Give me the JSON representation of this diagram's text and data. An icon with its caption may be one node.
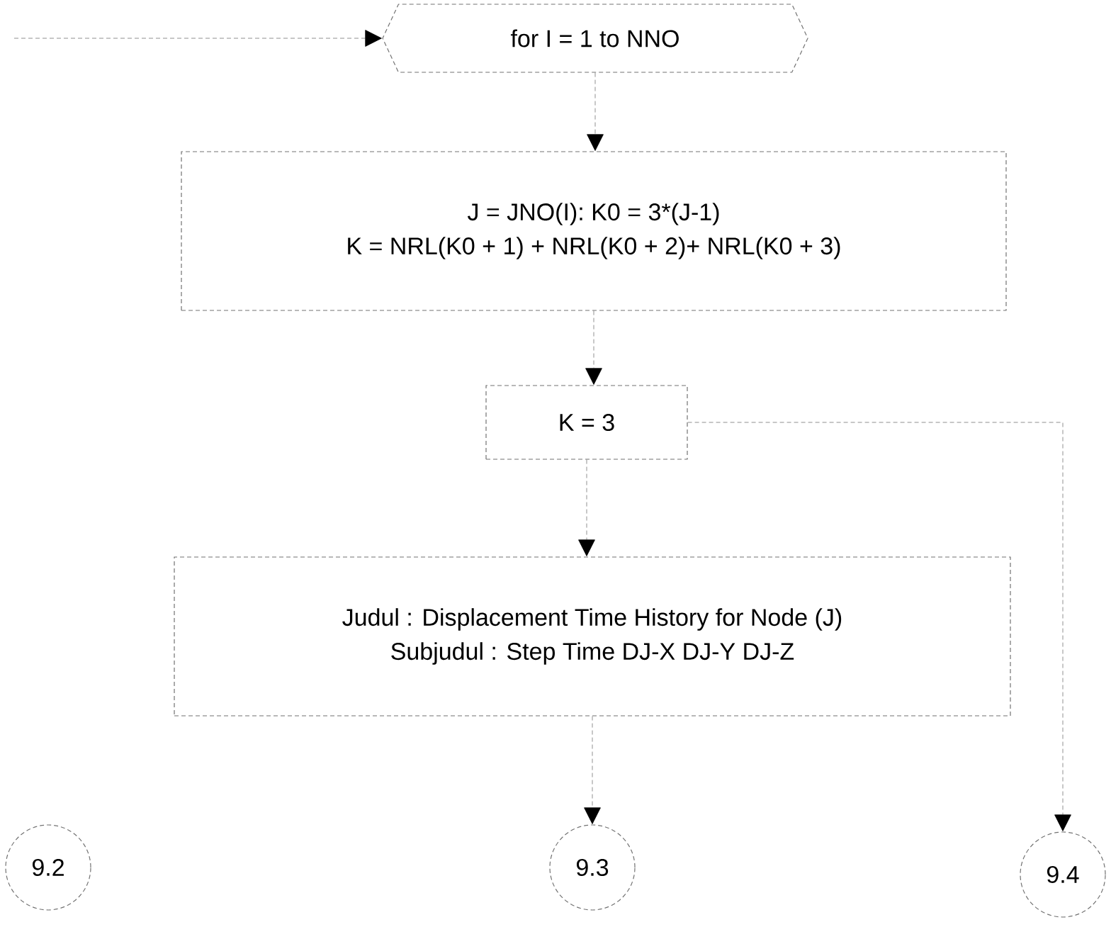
{
  "diagram": {
    "nodes": [
      {
        "text": [
          "for I = 1 to NNO"
        ]
      },
      {
        "text": [
          "J = JNO(I): K0 = 3*(J-1)",
          "K = NRL(K0 + 1) + NRL(K0 + 2)+ NRL(K0 + 3)"
        ]
      },
      {
        "text": [
          "K = 3"
        ]
      },
      {
        "text": [
          "Judul : Displacement Time History for Node (J)",
          "Subjudul : Step Time DJ-X DJ-Y DJ-Z"
        ]
      },
      {
        "text": [
          "9.2"
        ]
      },
      {
        "text": [
          "9.3"
        ]
      },
      {
        "text": [
          "9.4"
        ]
      }
    ],
    "edges": [
      {
        "from": null,
        "to": 0,
        "arrow": "to"
      },
      {
        "from": 0,
        "to": 1,
        "arrow": "to"
      },
      {
        "from": 1,
        "to": 2,
        "arrow": "to"
      },
      {
        "from": 2,
        "to": 3,
        "arrow": "to"
      },
      {
        "from": 3,
        "to": 5,
        "arrow": "to"
      },
      {
        "from": 2,
        "to": 6,
        "arrow": "to"
      }
    ]
  }
}
